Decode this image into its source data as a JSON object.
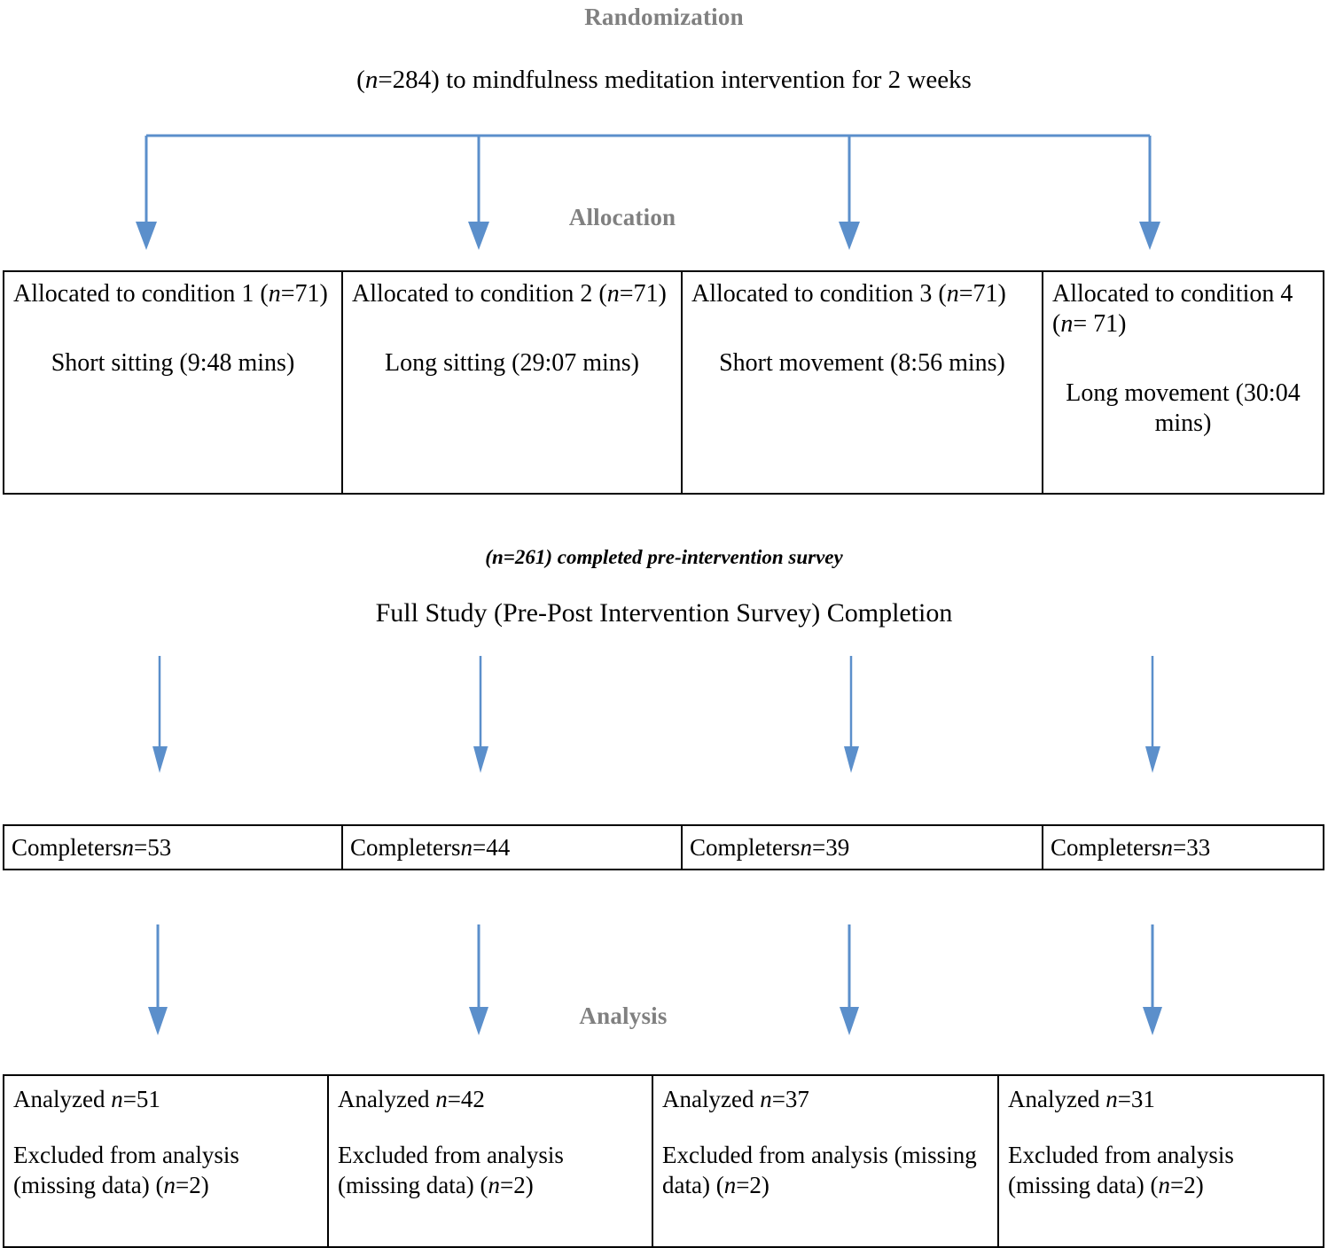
{
  "stages": {
    "randomization": "Randomization",
    "allocation": "Allocation",
    "analysis": "Analysis"
  },
  "headlines": {
    "enrollment_line": "(n=284) to mindfulness meditation intervention for 2 weeks",
    "enrollment_n_italic": "n",
    "enrollment_prefix": "(",
    "enrollment_rest": "=284) to mindfulness meditation intervention for 2 weeks",
    "pre_survey": "(n=261) completed pre-intervention survey",
    "full_study": "Full Study (Pre-Post Intervention Survey) Completion"
  },
  "allocation_row": {
    "cells": [
      {
        "title_prefix": "Allocated to condition 1 (",
        "title_italic": "n",
        "title_suffix": "=71)",
        "detail": "Short sitting (9:48 mins)"
      },
      {
        "title_prefix": "Allocated to condition 2 (",
        "title_italic": "n",
        "title_suffix": "=71)",
        "detail": "Long sitting (29:07 mins)"
      },
      {
        "title_prefix": "Allocated to condition 3 (",
        "title_italic": "n",
        "title_suffix": "=71)",
        "detail": "Short movement (8:56 mins)"
      },
      {
        "title_prefix": "Allocated to condition 4 (",
        "title_italic": "n",
        "title_suffix": "= 71)",
        "detail": "Long movement (30:04 mins)"
      }
    ]
  },
  "completers_row": {
    "cells": [
      {
        "label": "Completers ",
        "italic": "n",
        "value": "=53"
      },
      {
        "label": "Completers ",
        "italic": "n",
        "value": "=44"
      },
      {
        "label": "Completers ",
        "italic": "n",
        "value": "=39"
      },
      {
        "label": "Completers ",
        "italic": "n",
        "value": "=33"
      }
    ]
  },
  "analysis_row": {
    "cells": [
      {
        "analyzed_label": "Analyzed ",
        "analyzed_italic": "n",
        "analyzed_value": "=51",
        "excluded_prefix": "Excluded from analysis (missing data) (",
        "excluded_italic": "n",
        "excluded_suffix": "=2)"
      },
      {
        "analyzed_label": "Analyzed ",
        "analyzed_italic": "n",
        "analyzed_value": "=42",
        "excluded_prefix": "Excluded from analysis (missing data) (",
        "excluded_italic": "n",
        "excluded_suffix": "=2)"
      },
      {
        "analyzed_label": "Analyzed ",
        "analyzed_italic": "n",
        "analyzed_value": "=37",
        "excluded_prefix": "Excluded from analysis (missing data) (",
        "excluded_italic": "n",
        "excluded_suffix": "=2)"
      },
      {
        "analyzed_label": "Analyzed ",
        "analyzed_italic": "n",
        "analyzed_value": "=31",
        "excluded_prefix": "Excluded from analysis (missing data) (",
        "excluded_italic": "n",
        "excluded_suffix": "=2)"
      }
    ]
  },
  "colors": {
    "arrow_blue": "#5B8FCB",
    "stage_gray": "#808080",
    "border_black": "#000000",
    "page_background": "#FFFFFF"
  },
  "flow_data": {
    "type": "consort-flow",
    "randomized_total": 284,
    "intervention": "mindfulness meditation",
    "duration_weeks": 2,
    "pre_survey_completed": 261,
    "conditions": [
      {
        "name": "Short sitting",
        "allocated": 71,
        "duration": "9:48 mins",
        "completers": 53,
        "analyzed": 51,
        "excluded": 2
      },
      {
        "name": "Long sitting",
        "allocated": 71,
        "duration": "29:07 mins",
        "completers": 44,
        "analyzed": 42,
        "excluded": 2
      },
      {
        "name": "Short movement",
        "allocated": 71,
        "duration": "8:56 mins",
        "completers": 39,
        "analyzed": 37,
        "excluded": 2
      },
      {
        "name": "Long movement",
        "allocated": 71,
        "duration": "30:04 mins",
        "completers": 33,
        "analyzed": 31,
        "excluded": 2
      }
    ]
  }
}
